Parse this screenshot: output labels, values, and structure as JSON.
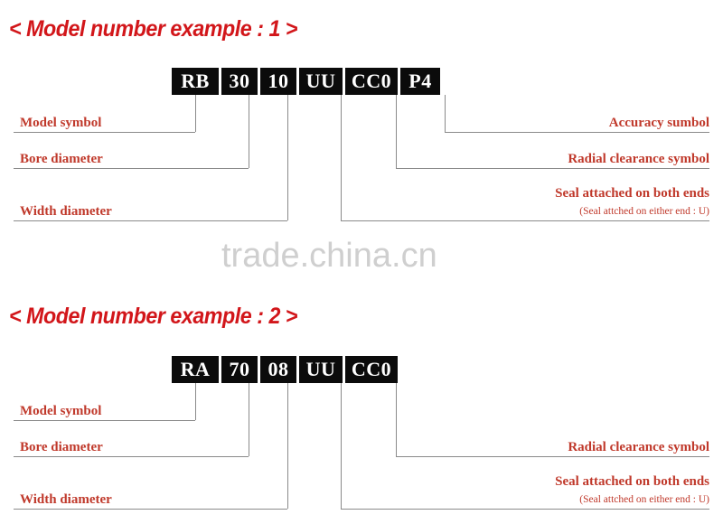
{
  "page": {
    "background": "#ffffff",
    "title_color": "#d2161a",
    "label_color": "#c0392b",
    "box_color": "#0b0b0b",
    "line_color": "#8a8a8a",
    "watermark_color": "#cfcfcf"
  },
  "watermark": {
    "text": "trade.china.cn"
  },
  "examples": [
    {
      "title": "< Model number example : 1 >",
      "codes": [
        {
          "text": "RB",
          "name": "code-box-model-symbol"
        },
        {
          "text": "30",
          "name": "code-box-bore-diameter"
        },
        {
          "text": "10",
          "name": "code-box-width-diameter"
        },
        {
          "text": "UU",
          "name": "code-box-seal"
        },
        {
          "text": "CC0",
          "name": "code-box-radial-clearance"
        },
        {
          "text": "P4",
          "name": "code-box-accuracy"
        }
      ],
      "labels_left": [
        {
          "text": "Model symbol",
          "name": "label-model-symbol"
        },
        {
          "text": "Bore diameter",
          "name": "label-bore-diameter"
        },
        {
          "text": "Width diameter",
          "name": "label-width-diameter"
        }
      ],
      "labels_right": [
        {
          "text": "Accuracy sumbol",
          "name": "label-accuracy-symbol",
          "sub": ""
        },
        {
          "text": "Radial clearance symbol",
          "name": "label-radial-clearance-symbol",
          "sub": ""
        },
        {
          "text": "Seal attached on both ends",
          "name": "label-seal-attached",
          "sub": "(Seal attched on either end : U)"
        }
      ]
    },
    {
      "title": "< Model number example : 2 >",
      "codes": [
        {
          "text": "RA",
          "name": "code-box-model-symbol"
        },
        {
          "text": "70",
          "name": "code-box-bore-diameter"
        },
        {
          "text": "08",
          "name": "code-box-width-diameter"
        },
        {
          "text": "UU",
          "name": "code-box-seal"
        },
        {
          "text": "CC0",
          "name": "code-box-radial-clearance"
        }
      ],
      "labels_left": [
        {
          "text": "Model symbol",
          "name": "label-model-symbol"
        },
        {
          "text": "Bore diameter",
          "name": "label-bore-diameter"
        },
        {
          "text": "Width diameter",
          "name": "label-width-diameter"
        }
      ],
      "labels_right": [
        {
          "text": "Radial clearance symbol",
          "name": "label-radial-clearance-symbol",
          "sub": ""
        },
        {
          "text": "Seal attached on both ends",
          "name": "label-seal-attached",
          "sub": "(Seal attched on either end : U)"
        }
      ]
    }
  ]
}
